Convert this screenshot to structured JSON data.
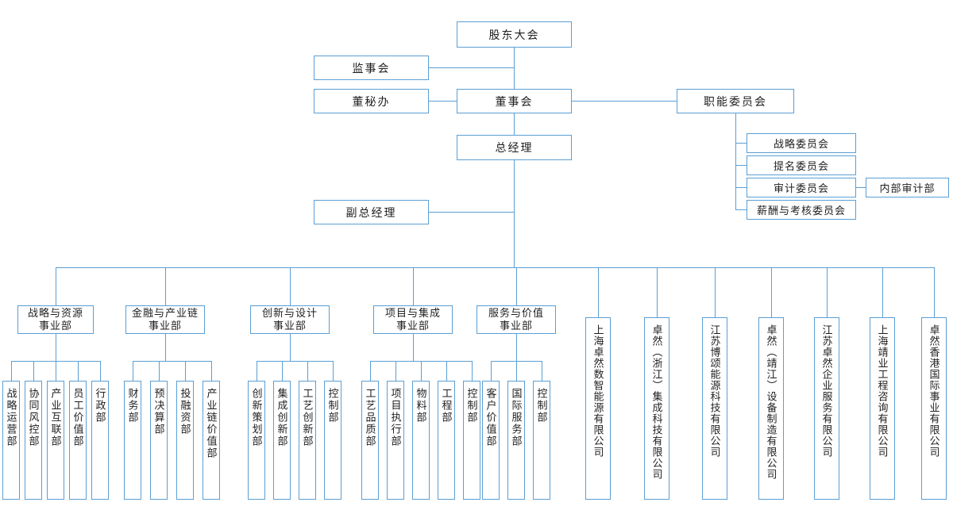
{
  "colors": {
    "line": "#5b9fd4",
    "text": "#1f1f1f",
    "bg": "#ffffff"
  },
  "nodes": {
    "shareholders": "股东大会",
    "supervisory_board": "监事会",
    "board_secretary_office": "董秘办",
    "board_of_directors": "董事会",
    "functional_committees": "职能委员会",
    "general_manager": "总经理",
    "deputy_general_manager": "副总经理",
    "internal_audit_dept": "内部审计部"
  },
  "committees": [
    "战略委员会",
    "提名委员会",
    "审计委员会",
    "薪酬与考核委员会"
  ],
  "divisions": [
    {
      "name": "战略与资源事业部",
      "line1": "战略与资源",
      "line2": "事业部",
      "departments": [
        "战略运营部",
        "协同风控部",
        "产业互联部",
        "员工价值部",
        "行政部"
      ]
    },
    {
      "name": "金融与产业链事业部",
      "line1": "金融与产业链",
      "line2": "事业部",
      "departments": [
        "财务部",
        "预决算部",
        "投融资部",
        "产业链价值部"
      ]
    },
    {
      "name": "创新与设计事业部",
      "line1": "创新与设计",
      "line2": "事业部",
      "departments": [
        "创新策划部",
        "集成创新部",
        "工艺创新部",
        "控制部"
      ]
    },
    {
      "name": "项目与集成事业部",
      "line1": "项目与集成",
      "line2": "事业部",
      "departments": [
        "工艺品质部",
        "项目执行部",
        "物料部",
        "工程部",
        "控制部"
      ]
    },
    {
      "name": "服务与价值事业部",
      "line1": "服务与价值",
      "line2": "事业部",
      "departments": [
        "客户价值部",
        "国际服务部",
        "控制部"
      ]
    }
  ],
  "companies": [
    "上海卓然数智能源有限公司",
    "卓然（浙江）集成科技有限公司",
    "江苏博颂能源科技有限公司",
    "卓然（靖江）设备制造有限公司",
    "江苏卓然企业服务有限公司",
    "上海靖业工程咨询有限公司",
    "卓然香港国际事业有限公司"
  ]
}
